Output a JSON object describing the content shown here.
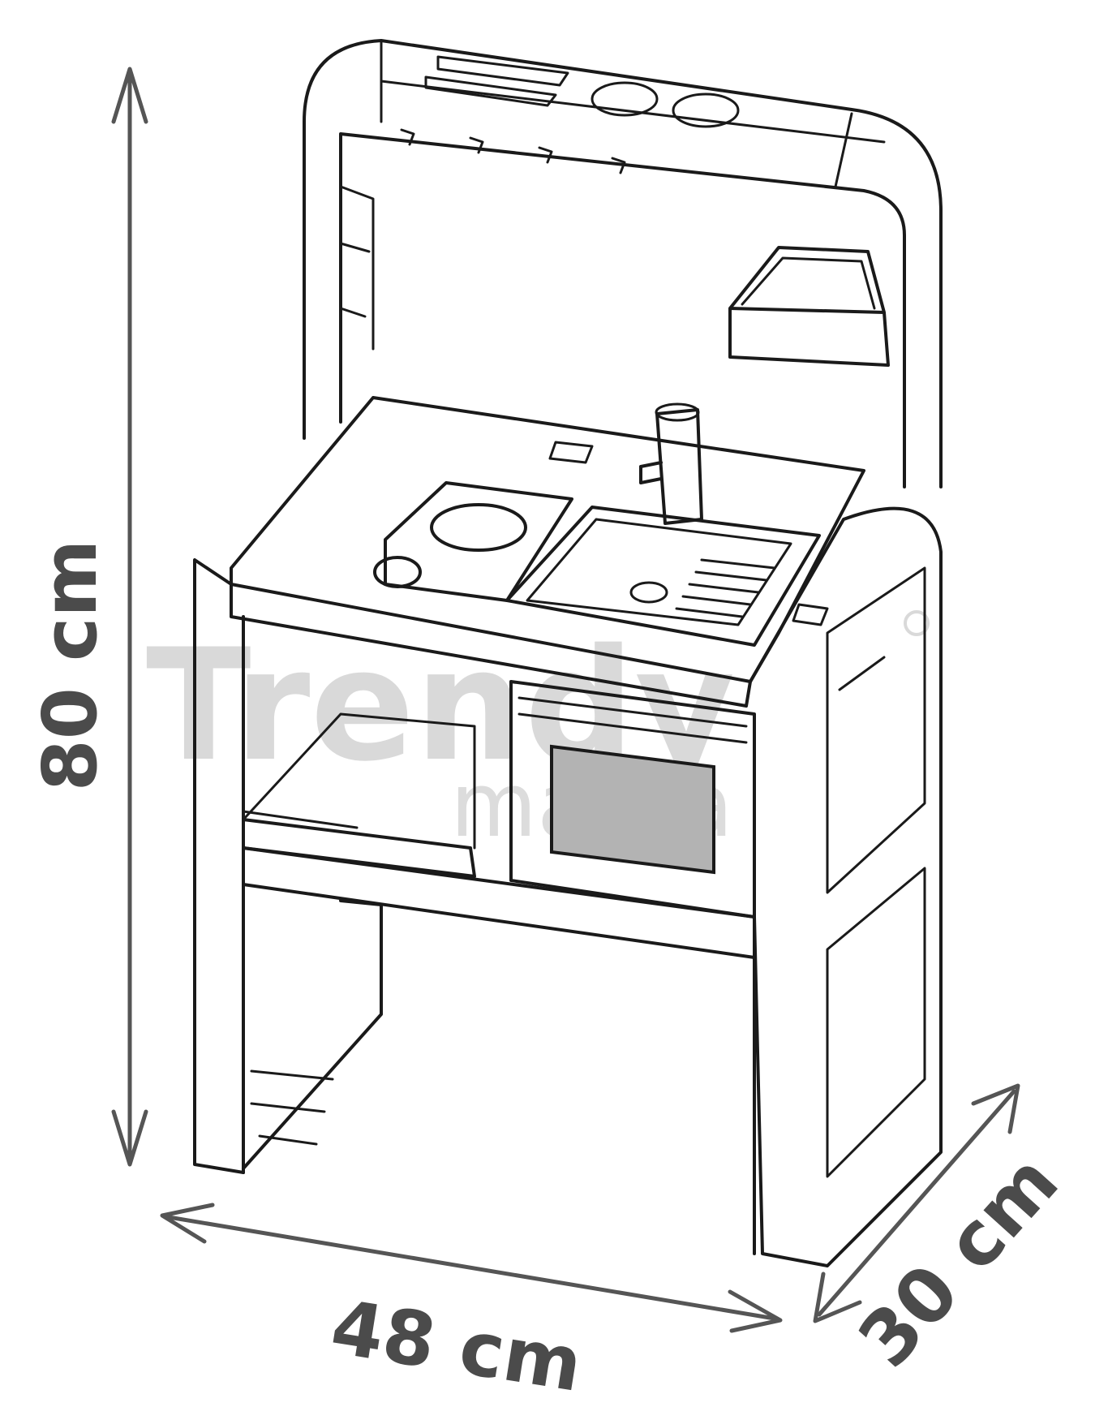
{
  "dimensions": {
    "height_label": "80 cm",
    "width_label": "48 cm",
    "depth_label": "30 cm"
  },
  "watermark": {
    "brand": "Trendy",
    "sub": "mama"
  },
  "colors": {
    "arrow": "#555555",
    "line": "#1a1a1a",
    "oven_window": "#b3b3b3",
    "watermark": "#d9d9d9"
  }
}
